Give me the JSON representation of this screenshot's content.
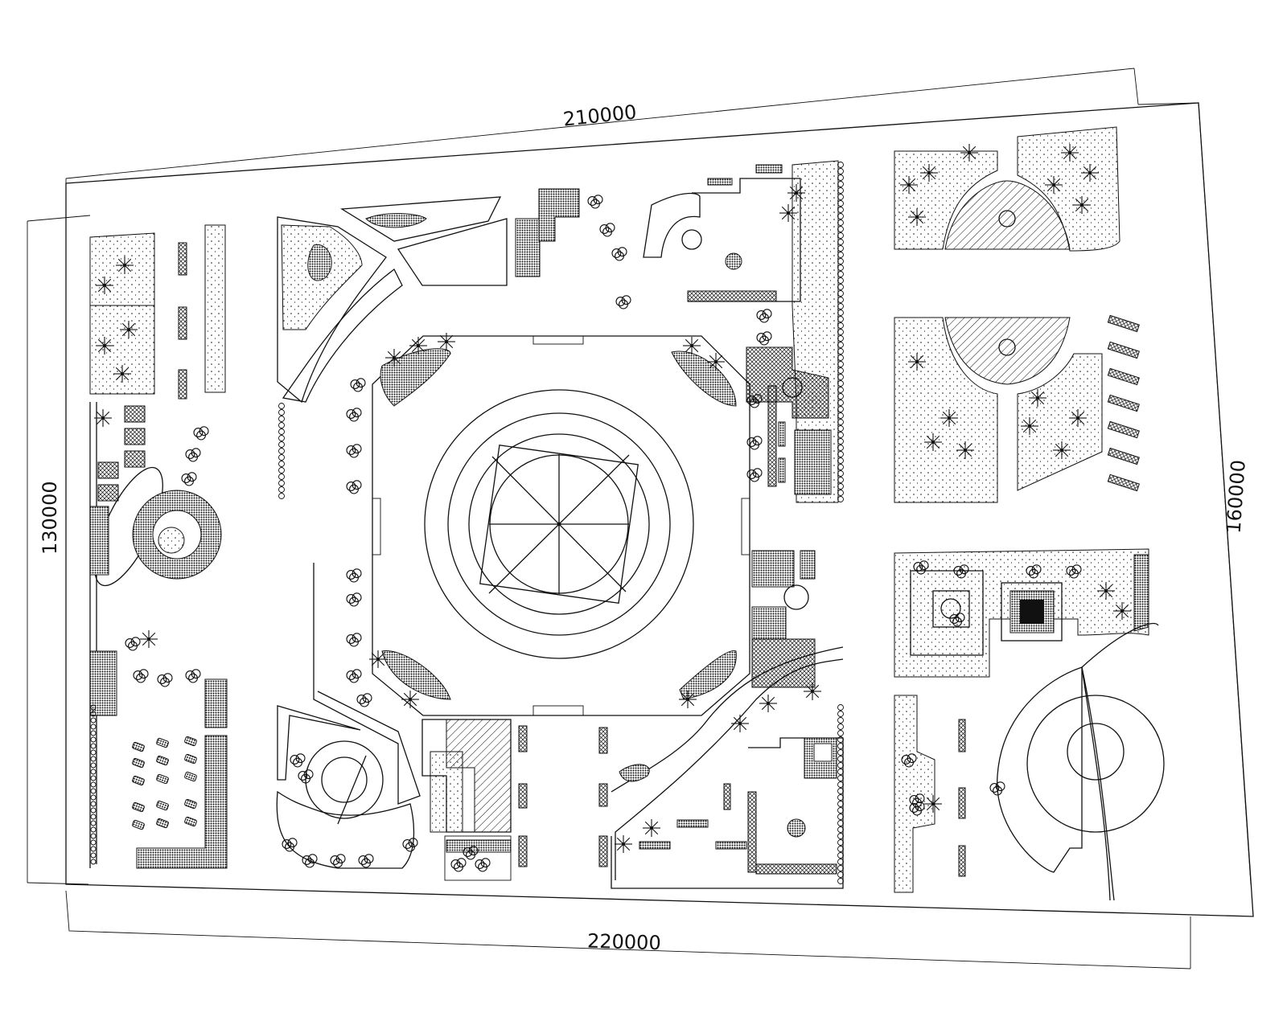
{
  "dimensions": {
    "top": "210000",
    "bottom": "220000",
    "left": "130000",
    "right": "160000"
  }
}
